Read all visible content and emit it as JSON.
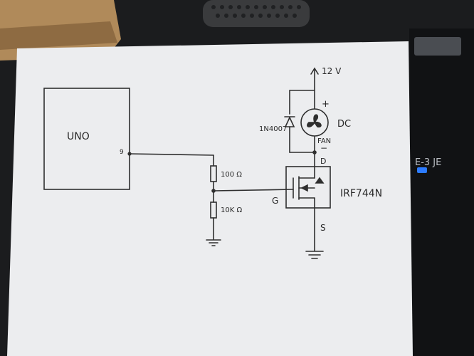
{
  "colors": {
    "ink": "#2f2f2f",
    "paper": "#ecedef",
    "desk": "#1b1c1e",
    "box": "#b08a5a",
    "led": "#2d7bff"
  },
  "schematic": {
    "arduino_label": "UNO",
    "pin_label": "9",
    "resistor_top_label": "100 Ω",
    "resistor_bottom_label": "10K Ω",
    "supply_label": "12 V",
    "diode_label": "1N4007",
    "fan_label_dc": "DC",
    "fan_label": "FAN",
    "plus_label": "+",
    "minus_label": "−",
    "drain_label": "D",
    "gate_label": "G",
    "source_label": "S",
    "mosfet_label": "IRF744N"
  },
  "background": {
    "device_text": "E-3 JE"
  }
}
